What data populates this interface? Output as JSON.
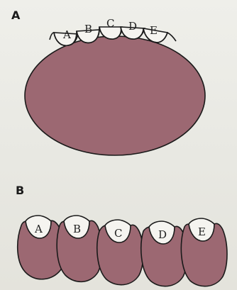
{
  "panels": {
    "a": {
      "label": "A",
      "sites": [
        "A",
        "B",
        "C",
        "D",
        "E"
      ]
    },
    "b": {
      "label": "B",
      "sites": [
        "A",
        "B",
        "C",
        "D",
        "E"
      ]
    }
  },
  "colors": {
    "body": "#9c6872",
    "pocket": "#f5f4f0",
    "outline": "#1a1a1a",
    "background": "#ebebe6"
  }
}
